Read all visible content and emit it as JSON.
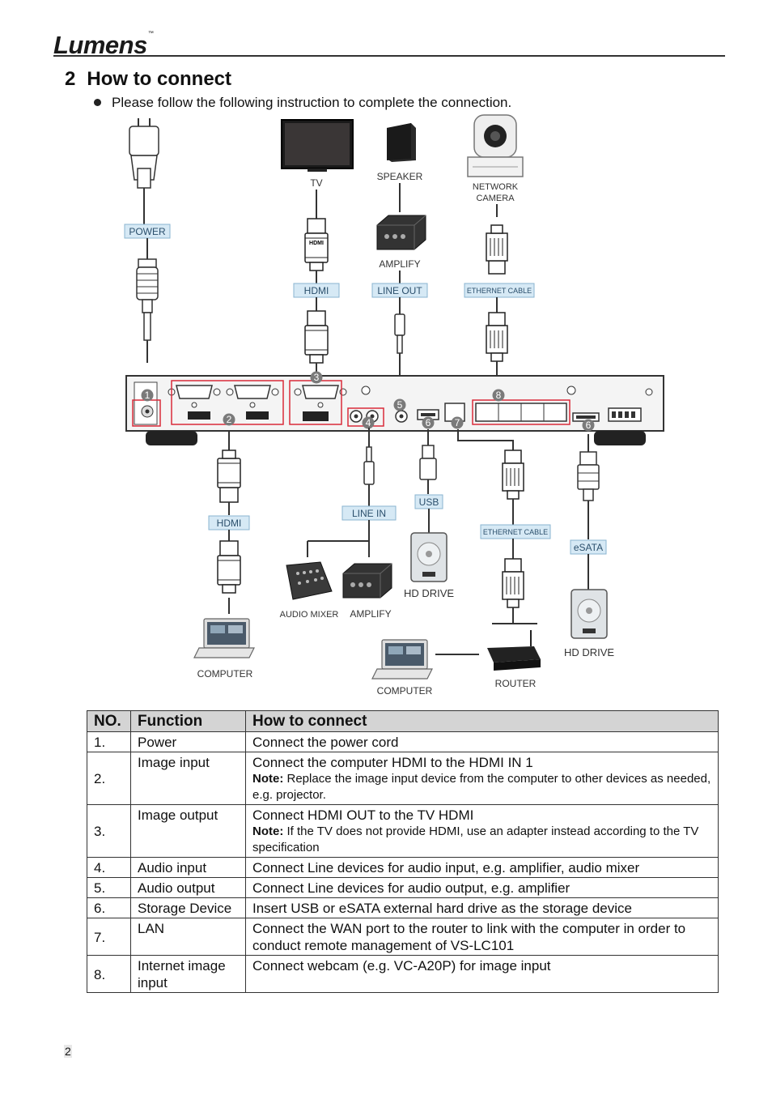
{
  "header": {
    "logo": "Lumens",
    "trademark": "™"
  },
  "section": {
    "number": "2",
    "title": "How to connect"
  },
  "intro": "Please follow the following instruction to complete the connection.",
  "diagram": {
    "labels": {
      "power": "POWER",
      "tv": "TV",
      "speaker": "SPEAKER",
      "network_camera_1": "NETWORK",
      "network_camera_2": "CAMERA",
      "hdmi_top": "HDMI",
      "amplify_top": "AMPLIFY",
      "line_out": "LINE OUT",
      "ethernet_top": "ETHERNET CABLE",
      "hdmi_bottom": "HDMI",
      "line_in": "LINE IN",
      "usb": "USB",
      "ethernet_bottom": "ETHERNET CABLE",
      "esata": "eSATA",
      "audio_mixer": "AUDIO MIXER",
      "amplify_bottom": "AMPLIFY",
      "hd_drive_1": "HD DRIVE",
      "hd_drive_2": "HD DRIVE",
      "computer_1": "COMPUTER",
      "computer_2": "COMPUTER",
      "router": "ROUTER",
      "hdmi_connector": "HDMI"
    },
    "markers": [
      "1",
      "2",
      "3",
      "4",
      "5",
      "6",
      "7",
      "8",
      "6"
    ],
    "colors": {
      "label_fill": "#d6e9f5",
      "label_stroke": "#8ab4d0",
      "label_text": "#2b4f6c",
      "highlight": "#d92b3a",
      "marker": "#7a7a7a"
    }
  },
  "table": {
    "headers": [
      "NO.",
      "Function",
      "How to connect"
    ],
    "rows": [
      {
        "no": "1.",
        "function": "Power",
        "action": "Connect the power cord"
      },
      {
        "no": "2.",
        "function": "Image input",
        "action": "Connect the computer HDMI to the HDMI IN 1",
        "note_label": "Note:",
        "note": " Replace the image input device from the computer to other devices as needed, e.g. projector."
      },
      {
        "no": "3.",
        "function": "Image output",
        "action": "Connect HDMI OUT to the TV HDMI",
        "note_label": "Note:",
        "note": " If the TV does not provide HDMI, use an adapter instead according to the TV specification"
      },
      {
        "no": "4.",
        "function": "Audio input",
        "action": "Connect Line devices for audio input, e.g. amplifier, audio mixer"
      },
      {
        "no": "5.",
        "function": "Audio output",
        "action": "Connect Line devices for audio output, e.g. amplifier"
      },
      {
        "no": "6.",
        "function": "Storage Device",
        "action": "Insert USB or eSATA external hard drive as the storage device"
      },
      {
        "no": "7.",
        "function": "LAN",
        "action": "Connect the WAN port to the router to link with the computer in order to conduct remote management of VS-LC101"
      },
      {
        "no": "8.",
        "function": "Internet image input",
        "action": "Connect webcam (e.g. VC-A20P) for image input"
      }
    ]
  },
  "page_number": "2"
}
